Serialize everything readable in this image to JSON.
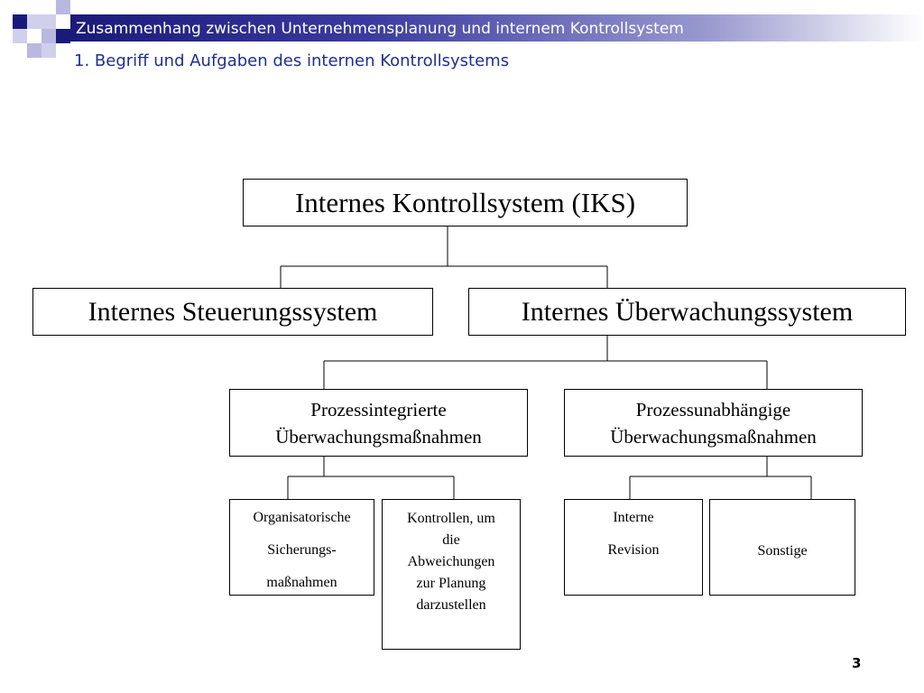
{
  "slide": {
    "header_title": "Zusammenhang zwischen Unternehmensplanung und internem Kontrollsystem",
    "subtitle": "1. Begriff und Aufgaben des internen Kontrollsystems",
    "page_number": "3"
  },
  "colors": {
    "header_dark": "#1a1a7a",
    "deco_square_dark": "#1a1a7a",
    "deco_square_light": "#b8b8e0",
    "subtitle_text": "#1f2f8f"
  },
  "diagram": {
    "root": "Internes Kontrollsystem (IKS)",
    "level1": {
      "left": "Internes Steuerungssystem",
      "right": "Internes Überwachungssystem"
    },
    "level2": {
      "left": "Prozessintegrierte\nÜberwachungsmaßnahmen",
      "right": "Prozessunabhängige\nÜberwachungsmaßnahmen"
    },
    "level3": {
      "organisatorische": "Organisatorische\nSicherungs-\nmaßnahmen",
      "kontrollen": "Kontrollen, um\ndie\nAbweichungen\nzur Planung\ndarzustellen",
      "interne_revision": "Interne\nRevision",
      "sonstige": "Sonstige"
    }
  }
}
